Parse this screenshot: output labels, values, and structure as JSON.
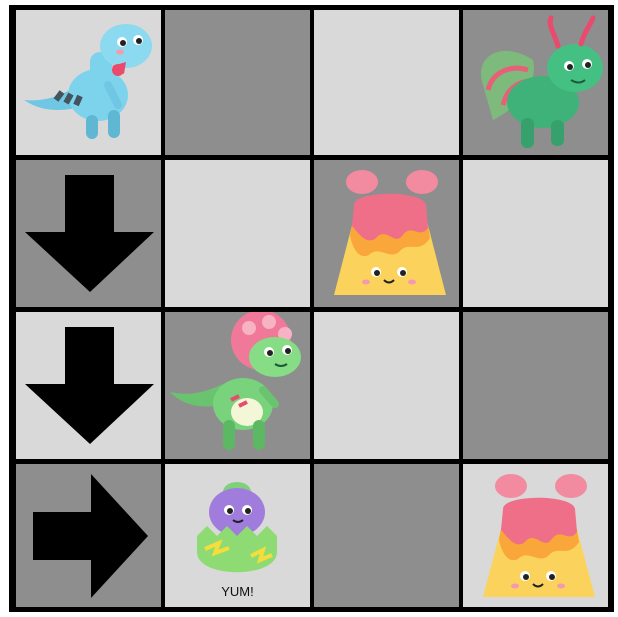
{
  "board": {
    "rows": 4,
    "cols": 4,
    "colors": {
      "light": "#d9d9d9",
      "dark": "#8e8e8e",
      "border": "#000000"
    },
    "cells": [
      [
        {
          "shade": "light",
          "item": "blue-dino-icon"
        },
        {
          "shade": "dark",
          "item": ""
        },
        {
          "shade": "light",
          "item": ""
        },
        {
          "shade": "dark",
          "item": "green-winged-dino-icon"
        }
      ],
      [
        {
          "shade": "dark",
          "item": "arrow-down-icon"
        },
        {
          "shade": "light",
          "item": ""
        },
        {
          "shade": "dark",
          "item": "volcano-icon"
        },
        {
          "shade": "light",
          "item": ""
        }
      ],
      [
        {
          "shade": "light",
          "item": "arrow-down-icon"
        },
        {
          "shade": "dark",
          "item": "frill-dino-icon"
        },
        {
          "shade": "light",
          "item": ""
        },
        {
          "shade": "dark",
          "item": ""
        }
      ],
      [
        {
          "shade": "dark",
          "item": "arrow-right-icon"
        },
        {
          "shade": "light",
          "item": "hatching-egg-icon"
        },
        {
          "shade": "dark",
          "item": ""
        },
        {
          "shade": "light",
          "item": "volcano-icon"
        }
      ]
    ]
  },
  "egg_caption": "YUM!"
}
